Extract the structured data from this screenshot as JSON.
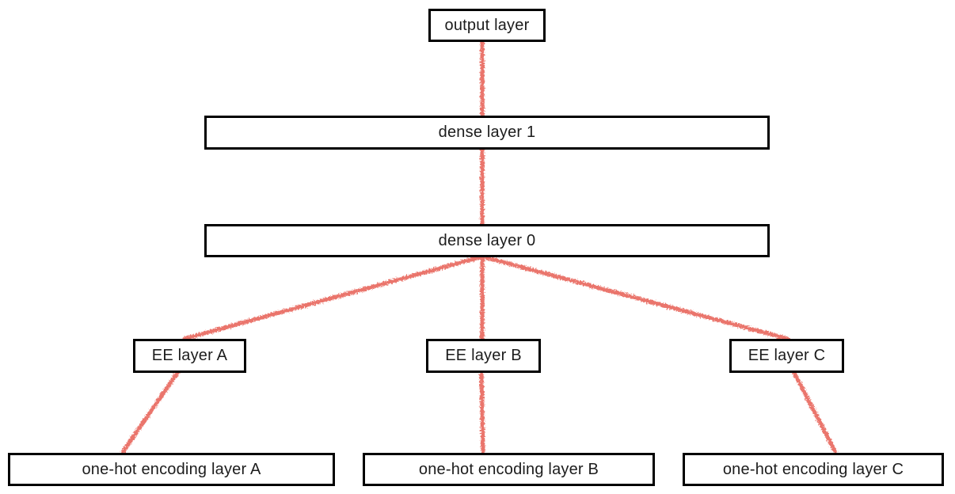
{
  "diagram": {
    "type": "neural-network-architecture",
    "background_color": "#ffffff",
    "box_border_color": "#000000",
    "text_color": "#1c1c1c",
    "edge_color": "#e96a60",
    "edge_style": "hand-drawn-crayon",
    "nodes": [
      {
        "id": "output",
        "label": "output layer"
      },
      {
        "id": "dense1",
        "label": "dense layer 1"
      },
      {
        "id": "dense0",
        "label": "dense layer 0"
      },
      {
        "id": "ee_a",
        "label": "EE layer A"
      },
      {
        "id": "ee_b",
        "label": "EE layer B"
      },
      {
        "id": "ee_c",
        "label": "EE layer C"
      },
      {
        "id": "onehot_a",
        "label": "one-hot encoding layer A"
      },
      {
        "id": "onehot_b",
        "label": "one-hot encoding layer B"
      },
      {
        "id": "onehot_c",
        "label": "one-hot encoding layer C"
      }
    ],
    "edges": [
      {
        "from": "output",
        "to": "dense1"
      },
      {
        "from": "dense1",
        "to": "dense0"
      },
      {
        "from": "dense0",
        "to": "ee_a"
      },
      {
        "from": "dense0",
        "to": "ee_b"
      },
      {
        "from": "dense0",
        "to": "ee_c"
      },
      {
        "from": "ee_a",
        "to": "onehot_a"
      },
      {
        "from": "ee_b",
        "to": "onehot_b"
      },
      {
        "from": "ee_c",
        "to": "onehot_c"
      }
    ]
  }
}
